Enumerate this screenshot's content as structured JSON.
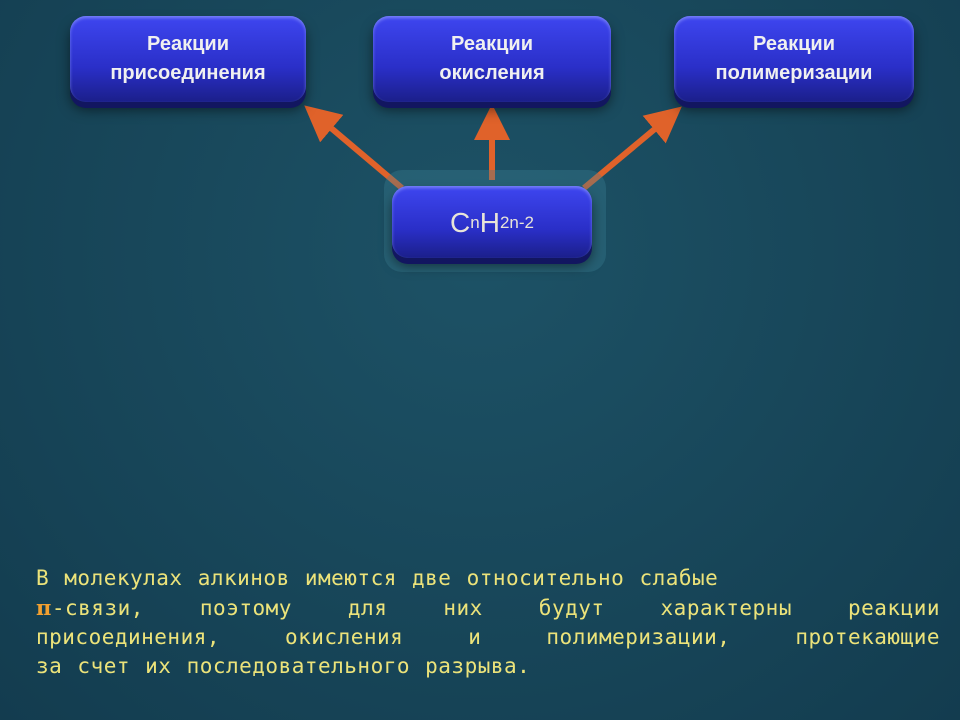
{
  "boxes": {
    "addition": [
      "Реакции",
      "присоединения"
    ],
    "oxidation": [
      "Реакции",
      "окисления"
    ],
    "polymerization": [
      "Реакции",
      "полимеризации"
    ]
  },
  "formula": {
    "c": "C",
    "n": "n",
    "h": "H",
    "sub": "2n-2"
  },
  "text": {
    "line1": "В молекулах алкинов имеются две относительно слабые",
    "pi": "π",
    "line2": "-связи, поэтому  для них будут характерны реакции",
    "line3": "присоединения, окисления и полимеризации,  протекающие",
    "line4": "за счет их последовательного разрыва."
  },
  "colors": {
    "arrow": "#e0622a",
    "box": "#2a2fc8",
    "text": "#ece37a",
    "pi": "#f2a030"
  }
}
